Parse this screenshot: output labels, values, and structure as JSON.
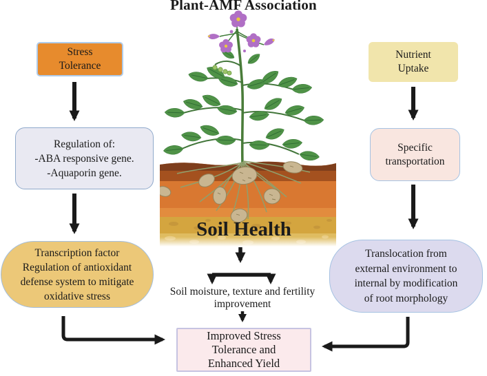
{
  "title": "Plant-AMF Association",
  "left_flow": {
    "stress_box": {
      "lines": [
        "Stress",
        "Tolerance"
      ]
    },
    "regulation_box": {
      "lines": [
        "Regulation of:",
        "-ABA responsive gene.",
        "-Aquaporin gene."
      ]
    },
    "transcription_box": {
      "lines": [
        "Transcription factor",
        "Regulation of antioxidant",
        "defense system to mitigate",
        "oxidative stress"
      ]
    }
  },
  "right_flow": {
    "nutrient_box": {
      "lines": [
        "Nutrient",
        "Uptake"
      ]
    },
    "transport_box": {
      "lines": [
        "Specific",
        "transportation"
      ]
    },
    "translocation_box": {
      "lines": [
        "Translocation from",
        "external environment to",
        "internal by modification",
        "of root morphology"
      ]
    }
  },
  "center_flow": {
    "soil_label": "Soil Health",
    "caption": {
      "lines": [
        "Soil moisture, texture and fertility",
        "improvement"
      ]
    },
    "outcome_box": {
      "lines": [
        "Improved Stress",
        "Tolerance and",
        "Enhanced Yield"
      ]
    }
  },
  "colors": {
    "stress_box_fill": "#E78B2D",
    "regulation_box_fill": "#E9E9F2",
    "transcription_box_fill": "#ECC878",
    "nutrient_box_fill": "#F1E5AC",
    "transport_box_fill": "#F9E6E0",
    "translocation_box_fill": "#DCDAEE",
    "outcome_box_fill": "#FBEAEC",
    "box_border_blue": "#A5C2E2",
    "outcome_border": "#C6C3E1",
    "arrow_color": "#1A1A1A",
    "text_color": "#1A1A1A"
  }
}
